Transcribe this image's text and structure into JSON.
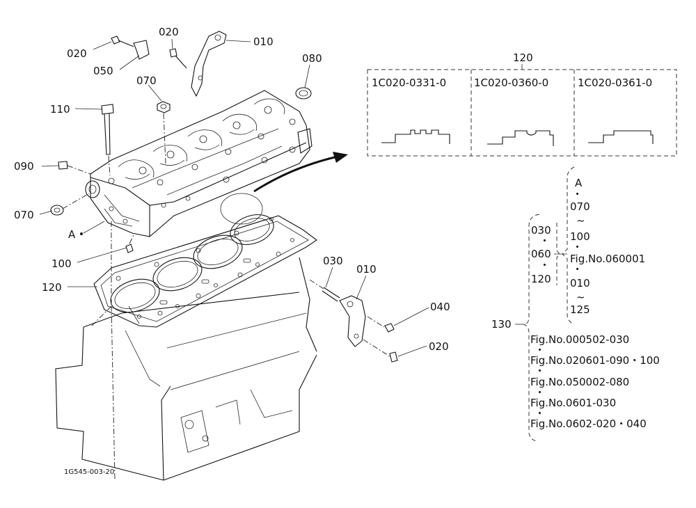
{
  "callouts": {
    "c020_left": "020",
    "c020_top": "020",
    "c010_top": "010",
    "c050": "050",
    "c070_top": "070",
    "c080": "080",
    "c110": "110",
    "c090": "090",
    "c070_side": "070",
    "c_a": "A",
    "c100": "100",
    "c120": "120",
    "c030": "030",
    "c010_bottom": "010",
    "c040": "040",
    "c020_bottom": "020"
  },
  "gasket_variants": {
    "label": "120",
    "items": [
      {
        "code": "1C020-0331-0"
      },
      {
        "code": "1C020-0360-0"
      },
      {
        "code": "1C020-0361-0"
      }
    ]
  },
  "notes": {
    "label_130": "130",
    "inner_group": [
      "030",
      "060",
      "120"
    ],
    "range_group": [
      "A",
      "070",
      "~",
      "100",
      "Fig.No.060001",
      "010",
      "~",
      "125"
    ],
    "fig_refs": [
      "Fig.No.000502-030",
      "Fig.No.020601-090・100",
      "Fig.No.050002-080",
      "Fig.No.0601-030",
      "Fig.No.0602-020・040"
    ]
  },
  "diagram_id": "1G545-003-20"
}
